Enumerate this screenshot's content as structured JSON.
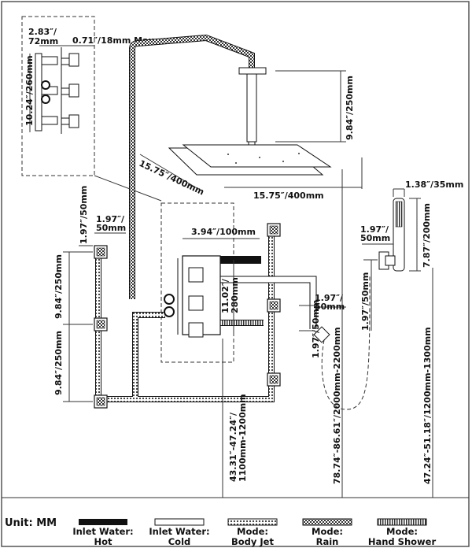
{
  "labels": {
    "valve_width_in": "2.83″/",
    "valve_width_mm": "72mm",
    "valve_depth": "0.71″/18mm Max",
    "valve_height": "10.24″/260mm",
    "arm_height": "9.84″/250mm",
    "rain_depth": "15.75″/400mm",
    "rain_width": "15.75″/400mm",
    "hand_width": "1.38″/35mm",
    "hand_height": "7.87″/200mm",
    "jet_top_v": "1.97″/50mm",
    "jet_w_in": "1.97″/",
    "jet_w_mm": "50mm",
    "valve_plate_w": "3.94″/100mm",
    "valve_plate_h_in": "11.02″/",
    "valve_plate_h_mm": "280mm",
    "jet_spacing_1": "9.84″/250mm",
    "jet_spacing_2": "9.84″/250mm",
    "outlet_v": "1.97″/50mm",
    "outlet_w_in": "1.97″/",
    "outlet_w_mm": "50mm",
    "holder_w_in": "1.97″/",
    "holder_w_mm": "50mm",
    "holder_v": "1.97″/50mm",
    "valve_floor_in": "43.31″-47.24″/",
    "valve_floor_mm": "1100mm-1200mm",
    "rain_floor": "78.74″-86.61″/2000mm-2200mm",
    "holder_floor": "47.24″-51.18″/1200mm-1300mm"
  },
  "legend": {
    "unit": "Unit: MM",
    "items": [
      {
        "line1": "Inlet Water:",
        "line2": "Hot"
      },
      {
        "line1": "Inlet Water:",
        "line2": "Cold"
      },
      {
        "line1": "Mode:",
        "line2": "Body Jet"
      },
      {
        "line1": "Mode:",
        "line2": "Rain"
      },
      {
        "line1": "Mode:",
        "line2": "Hand Shower"
      }
    ]
  }
}
